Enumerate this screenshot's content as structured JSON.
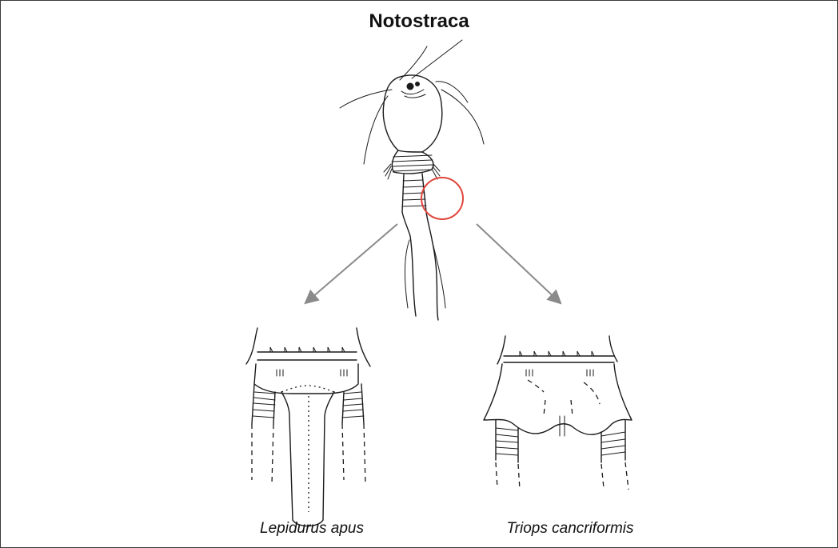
{
  "title": "Notostraca",
  "captions": {
    "left": "Lepidurus apus",
    "right": "Triops cancriformis"
  },
  "colors": {
    "highlight_circle": "#e0463c",
    "arrow": "#8a8a8a",
    "ink": "#1a1a1a"
  }
}
